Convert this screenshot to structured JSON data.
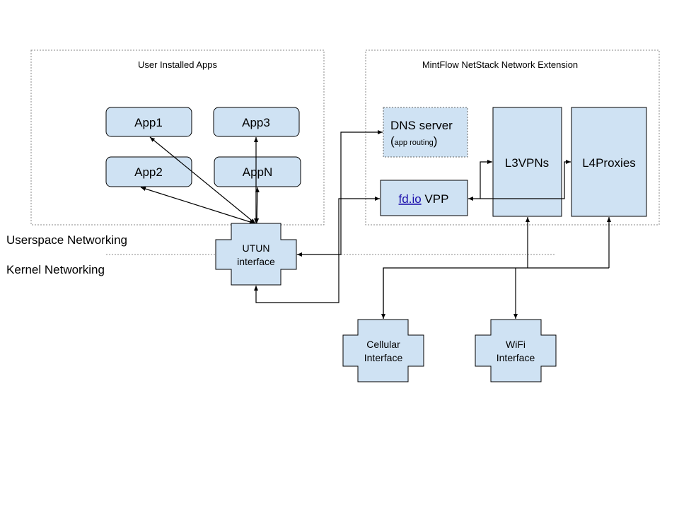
{
  "groups": {
    "user_apps": {
      "title": "User Installed Apps"
    },
    "extension": {
      "title": "MintFlow NetStack Network Extension"
    }
  },
  "apps": [
    "App1",
    "App3",
    "App2",
    "AppN"
  ],
  "dns": {
    "title": "DNS server",
    "paren_open": "(",
    "subtitle": "app routing",
    "paren_close": ")"
  },
  "vpp": {
    "link": "fd.io",
    "label": "VPP"
  },
  "l3vpns": "L3VPNs",
  "l4proxies": "L4Proxies",
  "utun": {
    "line1": "UTUN",
    "line2": "interface"
  },
  "cellular": {
    "line1": "Cellular",
    "line2": "Interface"
  },
  "wifi": {
    "line1": "WiFi",
    "line2": "Interface"
  },
  "layers": {
    "userspace": "Userspace Networking",
    "kernel": "Kernel Networking"
  },
  "colors": {
    "box_fill": "#cfe2f3",
    "link": "#1a0dab"
  }
}
